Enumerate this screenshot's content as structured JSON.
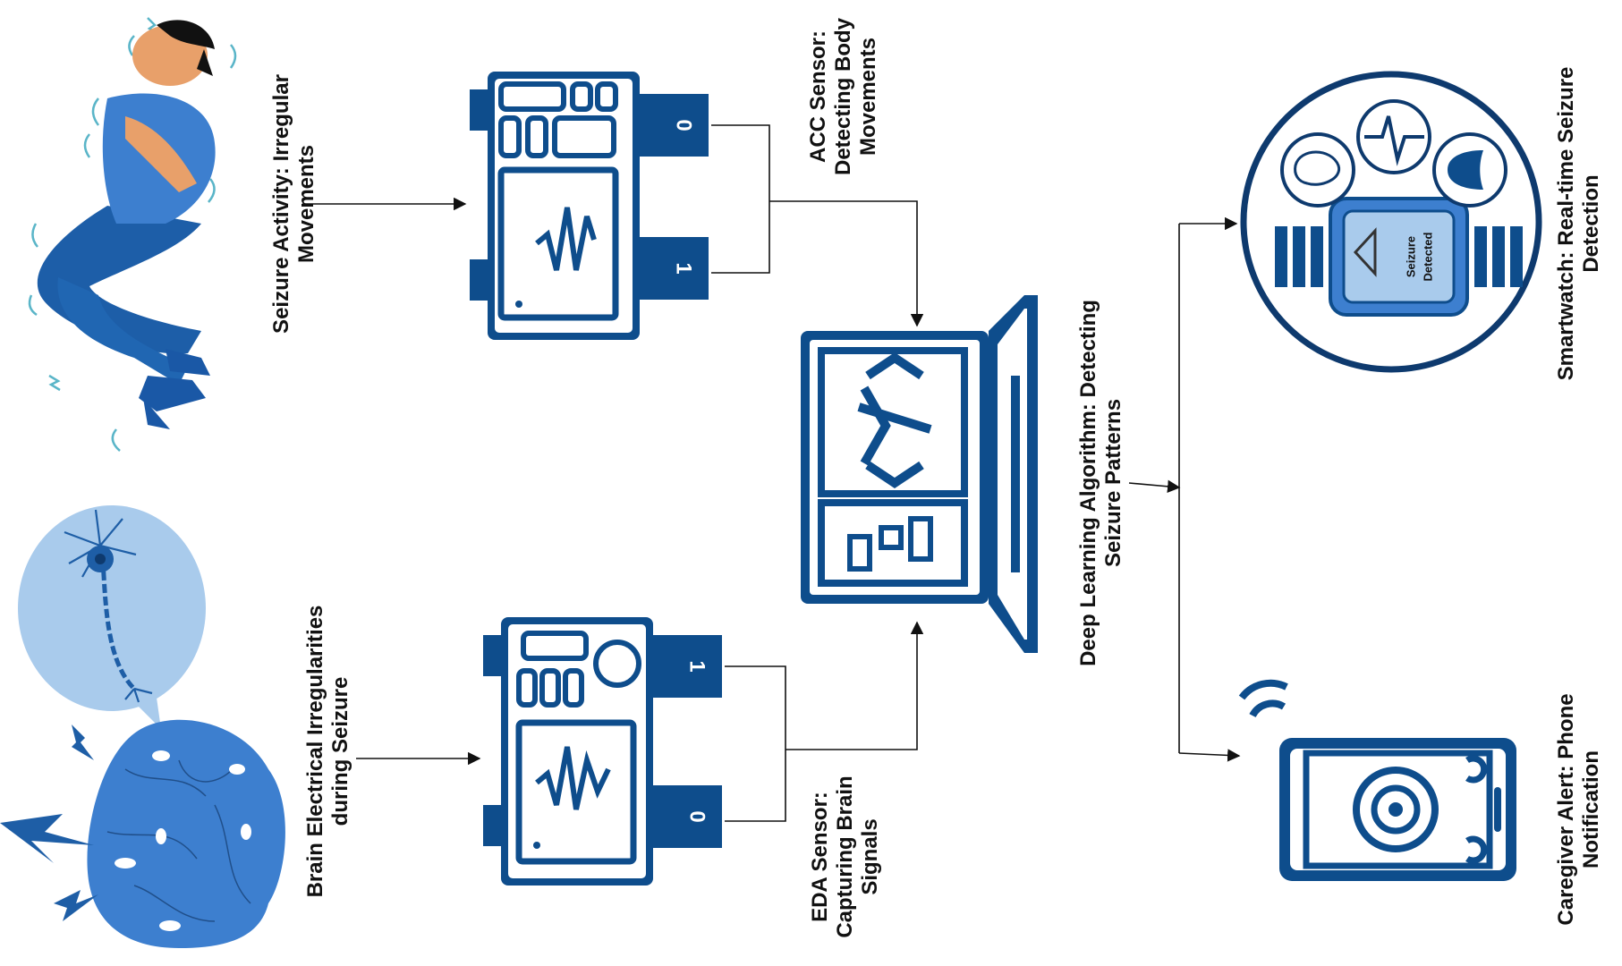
{
  "colors": {
    "primary": "#0e4d8c",
    "light": "#7fb0df",
    "pale": "#a9cbec",
    "skin": "#e8a06a",
    "ink": "#111111"
  },
  "labels": {
    "seizure_activity": [
      "Seizure Activity: Irregular",
      "Movements"
    ],
    "acc_sensor": [
      "ACC Sensor:",
      "Detecting Body",
      "Movements"
    ],
    "brain_electrical": [
      "Brain Electrical Irregularities",
      "during Seizure"
    ],
    "eda_sensor": [
      "EDA Sensor:",
      "Capturing Brain",
      "Signals"
    ],
    "deep_learning": [
      "Deep Learning Algorithm: Detecting",
      "Seizure Patterns"
    ],
    "smartwatch": [
      "Smartwatch: Real-time Seizure",
      "Detection"
    ],
    "caregiver": [
      "Caregiver Alert: Phone",
      "Notification"
    ]
  },
  "acc_device": {
    "port_top": "0",
    "port_bottom": "1"
  },
  "eda_device": {
    "port_top": "1",
    "port_bottom": "0"
  },
  "watch_screen": [
    "Seizure",
    "Detected"
  ],
  "icons": {
    "person": "person-seizure-icon",
    "brain": "brain-icon",
    "neuron": "neuron-icon",
    "acc": "acc-sensor-device-icon",
    "eda": "eda-sensor-device-icon",
    "laptop": "laptop-code-icon",
    "watch": "smartwatch-icon",
    "phone": "phone-alert-icon"
  }
}
